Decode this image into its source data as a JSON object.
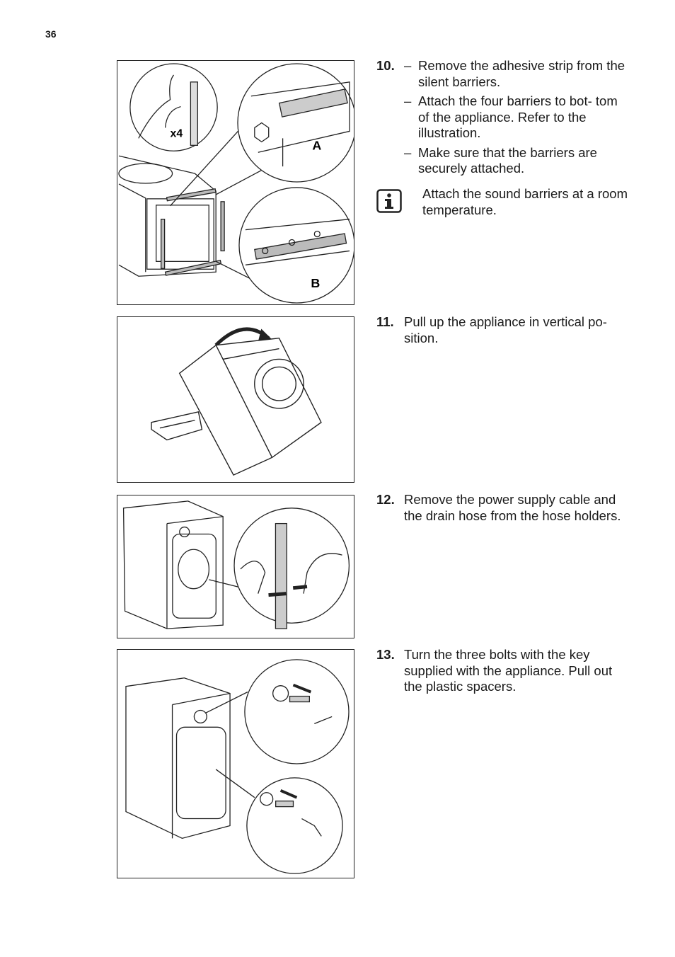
{
  "page": {
    "number": "36"
  },
  "figures": {
    "fig1": {
      "label_x4": "x4",
      "label_a": "A",
      "label_b": "B"
    }
  },
  "steps": [
    {
      "number": "10.",
      "dash": "–",
      "bullets": [
        "Remove the adhesive strip from the silent barriers.",
        "Attach the four barriers to bot- tom of the appliance. Refer to the illustration.",
        "Make sure that the barriers are securely attached."
      ],
      "note": "Attach the sound barriers at a room temperature."
    },
    {
      "number": "11.",
      "text": "Pull up the appliance in vertical po- sition."
    },
    {
      "number": "12.",
      "text": "Remove the power supply cable and the drain hose from the hose holders."
    },
    {
      "number": "13.",
      "text": "Turn the three bolts with the key supplied with the appliance. Pull out the plastic spacers."
    }
  ],
  "icons": {
    "note": "info-icon"
  }
}
